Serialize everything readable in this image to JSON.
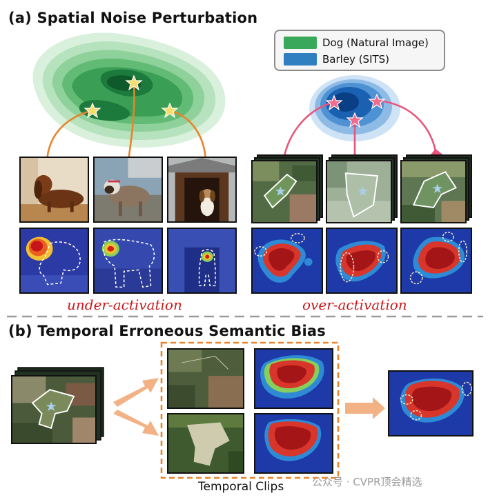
{
  "panel_a": {
    "title": "(a) Spatial Noise Perturbation",
    "legend": [
      {
        "label": "Dog (Natural Image)",
        "color": "#3aa85a"
      },
      {
        "label": "Barley (SITS)",
        "color": "#2f7fc1"
      }
    ],
    "caption_left": "under-activation",
    "caption_right": "over-activation"
  },
  "panel_b": {
    "title": "(b) Temporal Erroneous Semantic Bias",
    "clips_label": "Temporal Clips"
  },
  "watermark": "公众号 · CVPR顶会精选",
  "colors": {
    "green_connector": "#e8842b",
    "blue_connector": "#e8557a",
    "caption_red": "#c8181b",
    "dashed_divider": "#9a9a9a",
    "clip_box": "#e8842b",
    "arrow_fill": "#f3b285"
  }
}
